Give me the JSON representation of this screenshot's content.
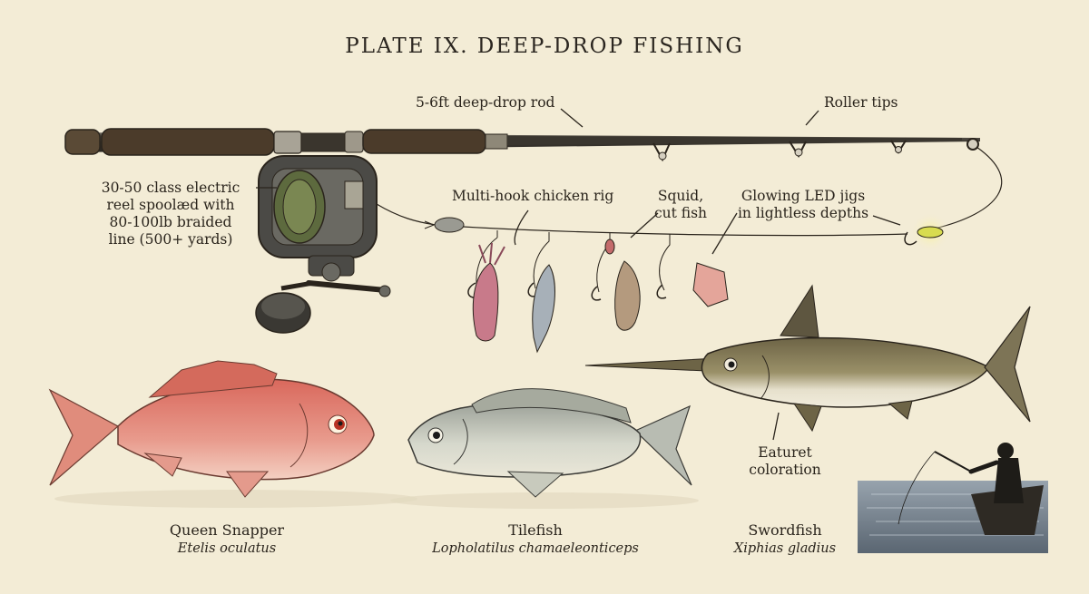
{
  "title": "PLATE IX.  DEEP-DROP FISHING",
  "labels": {
    "rod": "5-6ft deep-drop rod",
    "roller": "Roller tips",
    "reel": [
      "30-50 class electric",
      "reel spoolæd with",
      "80-100lb braided",
      "line (500+ yards)"
    ],
    "rig": "Multi-hook chicken rig",
    "bait": [
      "Squid,",
      "cut fish"
    ],
    "led": [
      "Glowing LED jigs",
      "in lightless depths"
    ],
    "coloration": [
      "Eaturet",
      "coloration"
    ]
  },
  "species": [
    {
      "common": "Queen Snapper",
      "scientific": "Etelis oculatus"
    },
    {
      "common": "Tilefish",
      "scientific": "Lopholatilus chamaeleonticeps"
    },
    {
      "common": "Swordfish",
      "scientific": "Xiphias gladius"
    }
  ],
  "colors": {
    "paper": "#f3ecd6",
    "ink": "#2a241c",
    "snapper": "#e08a7c",
    "tilefish": "#c9ccc2",
    "swordfish": "#8d8462",
    "water": "#6f8296",
    "led_glow": "#e8e85a"
  }
}
